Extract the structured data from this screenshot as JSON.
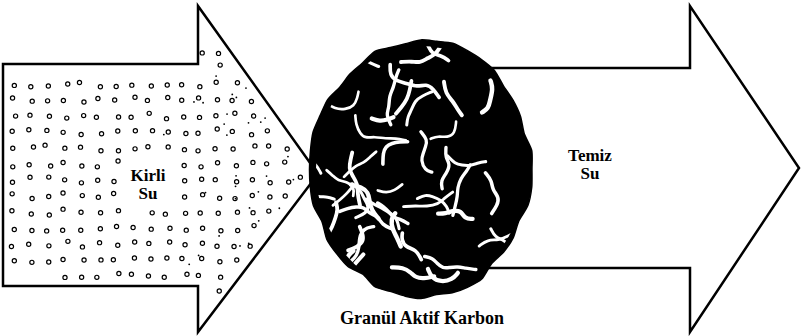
{
  "diagram": {
    "nodes": [
      {
        "text": [
          "Kirli Su"
        ]
      },
      {
        "text": [
          "Granül Aktif Karbon"
        ]
      },
      {
        "text": [
          "Temiz Su"
        ]
      }
    ]
  }
}
